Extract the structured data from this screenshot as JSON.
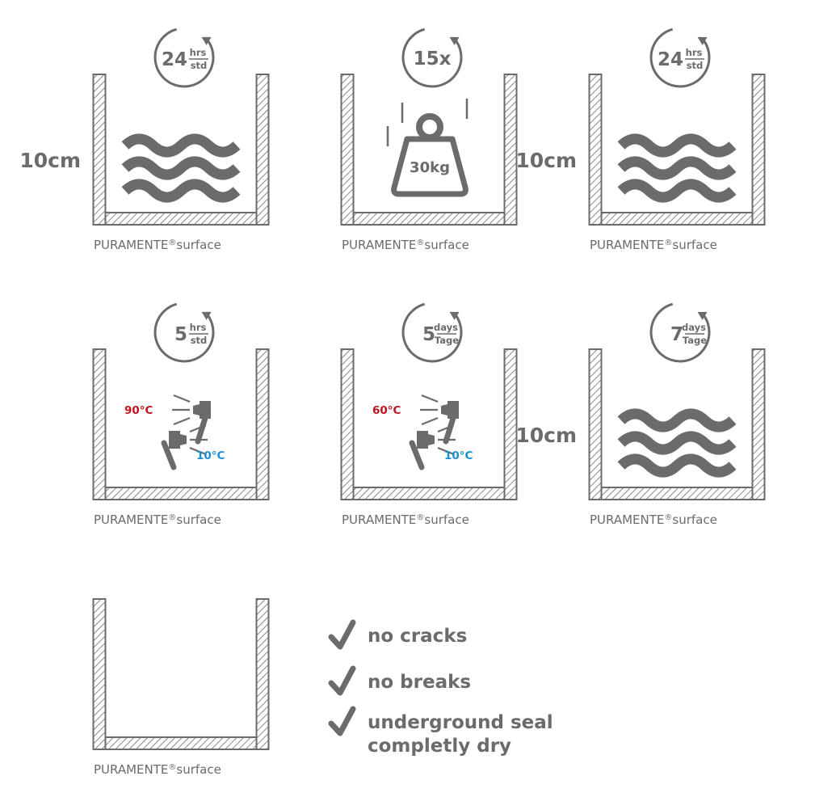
{
  "colors": {
    "gray": "#6b6b6b",
    "hot": "#c0141c",
    "cold": "#1a8fd1",
    "hatch": "#6b6b6b"
  },
  "panels": [
    {
      "caption": "PURAMENTE",
      "caption_suffix": "surface",
      "dimension": "10cm",
      "badge_num": "24",
      "badge_top": "hrs",
      "badge_bottom": "std",
      "content": "water-waves-icon"
    },
    {
      "caption": "PURAMENTE",
      "caption_suffix": "surface",
      "dimension": "",
      "badge_num": "15x",
      "badge_top": "",
      "badge_bottom": "",
      "content": "weight-icon",
      "weight_label": "30kg"
    },
    {
      "caption": "PURAMENTE",
      "caption_suffix": "surface",
      "dimension": "10cm",
      "badge_num": "24",
      "badge_top": "hrs",
      "badge_bottom": "std",
      "content": "water-waves-icon"
    },
    {
      "caption": "PURAMENTE",
      "caption_suffix": "surface",
      "dimension": "",
      "badge_num": "5",
      "badge_top": "hrs",
      "badge_bottom": "std",
      "content": "spray-icon",
      "hot_temp": "90°C",
      "cold_temp": "10°C"
    },
    {
      "caption": "PURAMENTE",
      "caption_suffix": "surface",
      "dimension": "",
      "badge_num": "5",
      "badge_top": "days",
      "badge_bottom": "Tage",
      "content": "spray-icon",
      "hot_temp": "60°C",
      "cold_temp": "10°C"
    },
    {
      "caption": "PURAMENTE",
      "caption_suffix": "surface",
      "dimension": "10cm",
      "badge_num": "7",
      "badge_top": "days",
      "badge_bottom": "Tage",
      "content": "water-waves-icon"
    },
    {
      "caption": "PURAMENTE",
      "caption_suffix": "surface",
      "dimension": "",
      "badge_num": "",
      "badge_top": "",
      "badge_bottom": "",
      "content": "empty"
    }
  ],
  "results": [
    {
      "text": "no cracks"
    },
    {
      "text": "no breaks"
    },
    {
      "text": "underground seal",
      "text2": "completly dry"
    }
  ],
  "registered_mark": "®"
}
